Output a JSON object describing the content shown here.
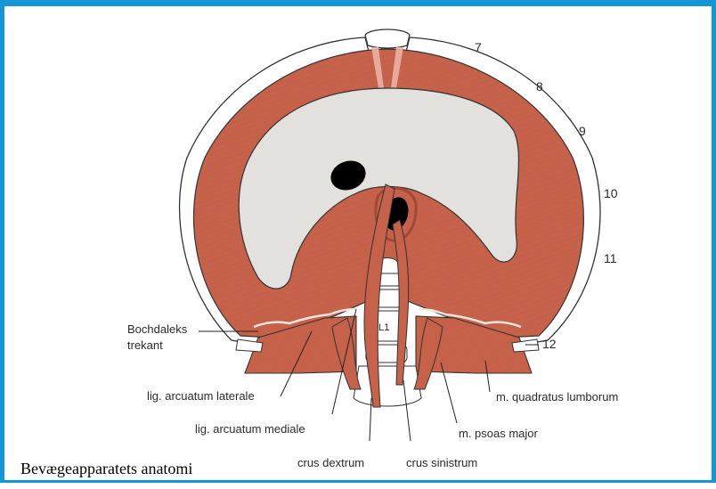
{
  "labels": {
    "bochdaleks_1": "Bochdaleks",
    "bochdaleks_2": "trekant",
    "lig_arcuatum_laterale": "lig. arcuatum laterale",
    "lig_arcuatum_mediale": "lig. arcuatum mediale",
    "crus_dextrum": "crus dextrum",
    "crus_sinistrum": "crus sinistrum",
    "psoas_major": "m. psoas major",
    "quadratus_lumborum": "m. quadratus lumborum",
    "vertebra": "L1"
  },
  "rib_numbers": [
    "7",
    "8",
    "9",
    "10",
    "11",
    "12"
  ],
  "caption": "Bevægeapparatets anatomi",
  "colors": {
    "frame": "#1596d6",
    "muscle": "#c6614a",
    "tendon": "#e3e1dd",
    "opening": "#000000"
  }
}
